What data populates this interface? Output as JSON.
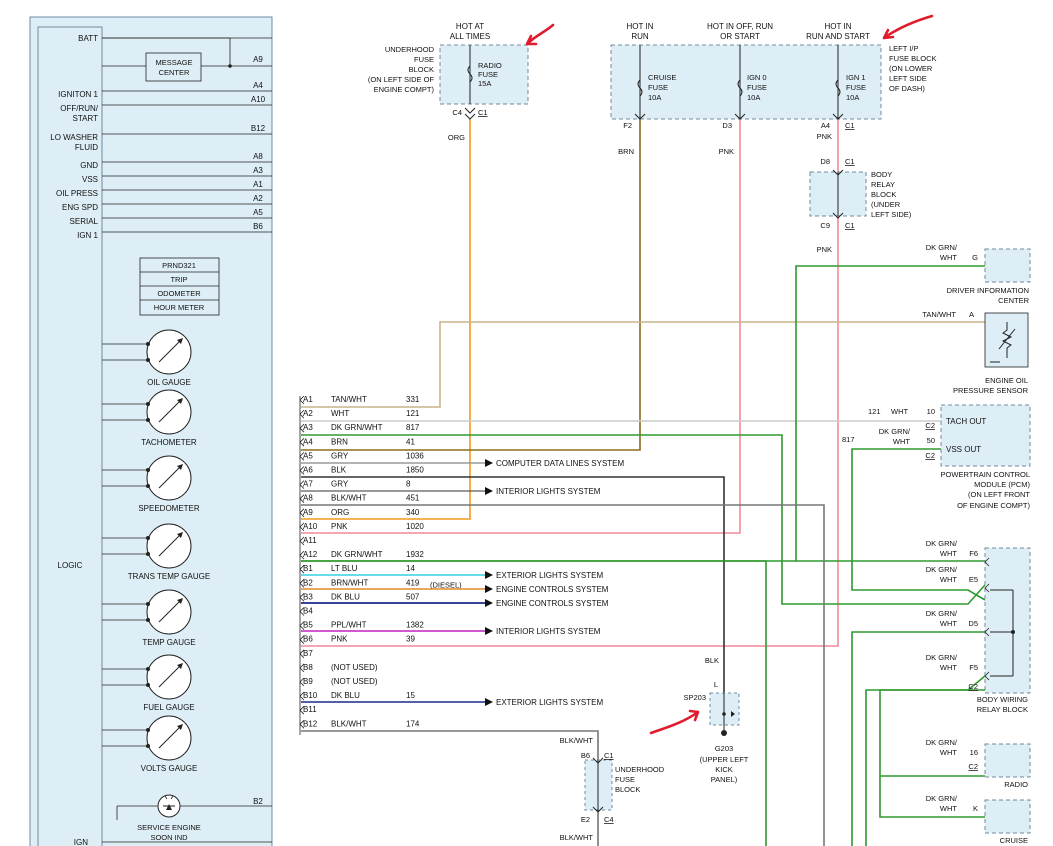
{
  "cluster": {
    "inputs": [
      {
        "label": "BATT",
        "pin": ""
      },
      {
        "label": "IGNITON 1",
        "pin": "A4"
      },
      {
        "label": "OFF/RUN/",
        "pin": "A10"
      },
      {
        "label": "START",
        "pin": ""
      },
      {
        "label": "LO WASHER",
        "pin": "B12"
      },
      {
        "label": "FLUID",
        "pin": ""
      },
      {
        "label": "GND",
        "pin": "A8"
      },
      {
        "label": "VSS",
        "pin": "A3"
      },
      {
        "label": "OIL PRESS",
        "pin": "A1"
      },
      {
        "label": "ENG SPD",
        "pin": "A2"
      },
      {
        "label": "SERIAL",
        "pin": "A5"
      },
      {
        "label": "IGN 1",
        "pin": "B6"
      }
    ],
    "message_center": [
      "MESSAGE",
      "CENTER"
    ],
    "message_center_pin": "A9",
    "display_items": [
      "PRND321",
      "TRIP",
      "ODOMETER",
      "HOUR METER"
    ],
    "gauges": [
      "OIL GAUGE",
      "TACHOMETER",
      "SPEEDOMETER",
      "TRANS TEMP GAUGE",
      "TEMP GAUGE",
      "FUEL GAUGE",
      "VOLTS GAUGE"
    ],
    "logic": "LOGIC",
    "service_engine": [
      "SERVICE ENGINE",
      "SOON IND"
    ],
    "service_engine_pin": "B2",
    "ign": "IGN"
  },
  "fuses": {
    "hot_at_all_times": [
      "HOT AT",
      "ALL TIMES"
    ],
    "underhood_label": [
      "UNDERHOOD",
      "FUSE",
      "BLOCK",
      "(ON LEFT SIDE OF",
      "ENGINE COMPT)"
    ],
    "radio_fuse": [
      "RADIO",
      "FUSE",
      "15A"
    ],
    "radio_pin": "C4",
    "radio_conn": "C1",
    "col_headers": [
      [
        "HOT IN",
        "RUN"
      ],
      [
        "HOT IN OFF, RUN",
        "OR START"
      ],
      [
        "HOT IN",
        "RUN AND START"
      ]
    ],
    "ip_block": [
      "LEFT I/P",
      "FUSE BLOCK",
      "(ON LOWER",
      "LEFT SIDE",
      "OF DASH)"
    ],
    "cruise_fuse": [
      "CRUISE",
      "FUSE",
      "10A"
    ],
    "ign0_fuse": [
      "IGN 0",
      "FUSE",
      "10A"
    ],
    "ign1_fuse": [
      "IGN 1",
      "FUSE",
      "10A"
    ],
    "pins": [
      "F2",
      "D3",
      "A4"
    ],
    "conn_c1": "C1"
  },
  "body_relay": {
    "label": [
      "BODY",
      "RELAY",
      "BLOCK",
      "(UNDER",
      "LEFT SIDE)"
    ],
    "pin_top": "D8",
    "pin_bottom": "C9",
    "conn": "C1"
  },
  "wire_colors": {
    "org": "ORG",
    "brn": "BRN",
    "pnk1": "PNK",
    "pnk2": "PNK",
    "pnk3": "PNK",
    "blk": "BLK",
    "blk_wht_top": "BLK/WHT",
    "blk_wht_bottom": "BLK/WHT"
  },
  "connector_rows": [
    {
      "pin": "A1",
      "color": "TAN/WHT",
      "circuit": "331",
      "note": ""
    },
    {
      "pin": "A2",
      "color": "WHT",
      "circuit": "121",
      "note": ""
    },
    {
      "pin": "A3",
      "color": "DK GRN/WHT",
      "circuit": "817",
      "note": ""
    },
    {
      "pin": "A4",
      "color": "BRN",
      "circuit": "41",
      "note": ""
    },
    {
      "pin": "A5",
      "color": "GRY",
      "circuit": "1036",
      "note": ""
    },
    {
      "pin": "A6",
      "color": "BLK",
      "circuit": "1850",
      "note": ""
    },
    {
      "pin": "A7",
      "color": "GRY",
      "circuit": "8",
      "note": ""
    },
    {
      "pin": "A8",
      "color": "BLK/WHT",
      "circuit": "451",
      "note": ""
    },
    {
      "pin": "A9",
      "color": "ORG",
      "circuit": "340",
      "note": ""
    },
    {
      "pin": "A10",
      "color": "PNK",
      "circuit": "1020",
      "note": ""
    },
    {
      "pin": "A11",
      "color": "",
      "circuit": "",
      "note": ""
    },
    {
      "pin": "A12",
      "color": "DK GRN/WHT",
      "circuit": "1932",
      "note": ""
    },
    {
      "pin": "B1",
      "color": "LT BLU",
      "circuit": "14",
      "note": ""
    },
    {
      "pin": "B2",
      "color": "BRN/WHT",
      "circuit": "419",
      "note": "(DIESEL)"
    },
    {
      "pin": "B3",
      "color": "DK BLU",
      "circuit": "507",
      "note": ""
    },
    {
      "pin": "B4",
      "color": "",
      "circuit": "",
      "note": ""
    },
    {
      "pin": "B5",
      "color": "PPL/WHT",
      "circuit": "1382",
      "note": ""
    },
    {
      "pin": "B6",
      "color": "PNK",
      "circuit": "39",
      "note": ""
    },
    {
      "pin": "B7",
      "color": "",
      "circuit": "",
      "note": ""
    },
    {
      "pin": "B8",
      "color": "(NOT USED)",
      "circuit": "",
      "note": ""
    },
    {
      "pin": "B9",
      "color": "(NOT USED)",
      "circuit": "",
      "note": ""
    },
    {
      "pin": "B10",
      "color": "DK BLU",
      "circuit": "15",
      "note": ""
    },
    {
      "pin": "B11",
      "color": "",
      "circuit": "",
      "note": ""
    },
    {
      "pin": "B12",
      "color": "BLK/WHT",
      "circuit": "174",
      "note": ""
    }
  ],
  "systems": {
    "computer_data": "COMPUTER DATA LINES SYSTEM",
    "interior_1": "INTERIOR LIGHTS SYSTEM",
    "exterior_1": "EXTERIOR LIGHTS SYSTEM",
    "engine_1": "ENGINE CONTROLS SYSTEM",
    "engine_2": "ENGINE CONTROLS SYSTEM",
    "interior_2": "INTERIOR LIGHTS SYSTEM",
    "exterior_2": "EXTERIOR LIGHTS SYSTEM"
  },
  "dic": {
    "wire": [
      "DK GRN/",
      "WHT"
    ],
    "pin": "G",
    "label": [
      "DRIVER INFORMATION",
      "CENTER"
    ]
  },
  "oil_sensor": {
    "wire": "TAN/WHT",
    "pin": "A",
    "label": [
      "ENGINE OIL",
      "PRESSURE SENSOR"
    ]
  },
  "pcm": {
    "tach_circuit": "121",
    "tach_wire": "WHT",
    "tach_pin": "10",
    "tach_label": "TACH OUT",
    "conn": "C2",
    "vss_circuit": "817",
    "vss_wire": [
      "DK GRN/",
      "WHT"
    ],
    "vss_pin": "50",
    "vss_label": "VSS OUT",
    "label": [
      "POWERTRAIN CONTROL",
      "MODULE (PCM)",
      "(ON LEFT FRONT",
      "OF ENGINE COMPT)"
    ]
  },
  "bwrb": {
    "wire_lines": [
      "DK GRN/",
      "WHT"
    ],
    "pins": [
      "F6",
      "E5",
      "D5",
      "F5"
    ],
    "conn": "C2",
    "label": [
      "BODY WIRING",
      "RELAY BLOCK"
    ]
  },
  "radio": {
    "wire": [
      "DK GRN/",
      "WHT"
    ],
    "pin": "16",
    "conn": "C2",
    "label": "RADIO"
  },
  "cruise": {
    "wire": [
      "DK GRN/",
      "WHT"
    ],
    "pin": "K",
    "label": "CRUISE"
  },
  "splice": {
    "pin": "L",
    "name": "SP203",
    "ground": "G203",
    "ground_label": [
      "(UPPER LEFT",
      "KICK",
      "PANEL)"
    ]
  },
  "underhood2": {
    "pin_top": "B6",
    "pin_bottom": "E2",
    "conn_top": "C1",
    "conn_bottom": "C4",
    "label": [
      "UNDERHOOD",
      "FUSE",
      "BLOCK"
    ]
  },
  "colors": {
    "panel_fill": "#deeef6",
    "panel_stroke": "#6e8ba0",
    "orange": "#f39a1e",
    "brown": "#8a6d1c",
    "pink": "#f08a9a",
    "green": "#2f9a2f",
    "tan": "#c8b48c",
    "gray": "#9a9a9a",
    "black": "#333333",
    "ltblue": "#35d0e0",
    "dkblue": "#1b2a8c",
    "purple": "#c020c0",
    "annotation": "#e01c2c"
  }
}
